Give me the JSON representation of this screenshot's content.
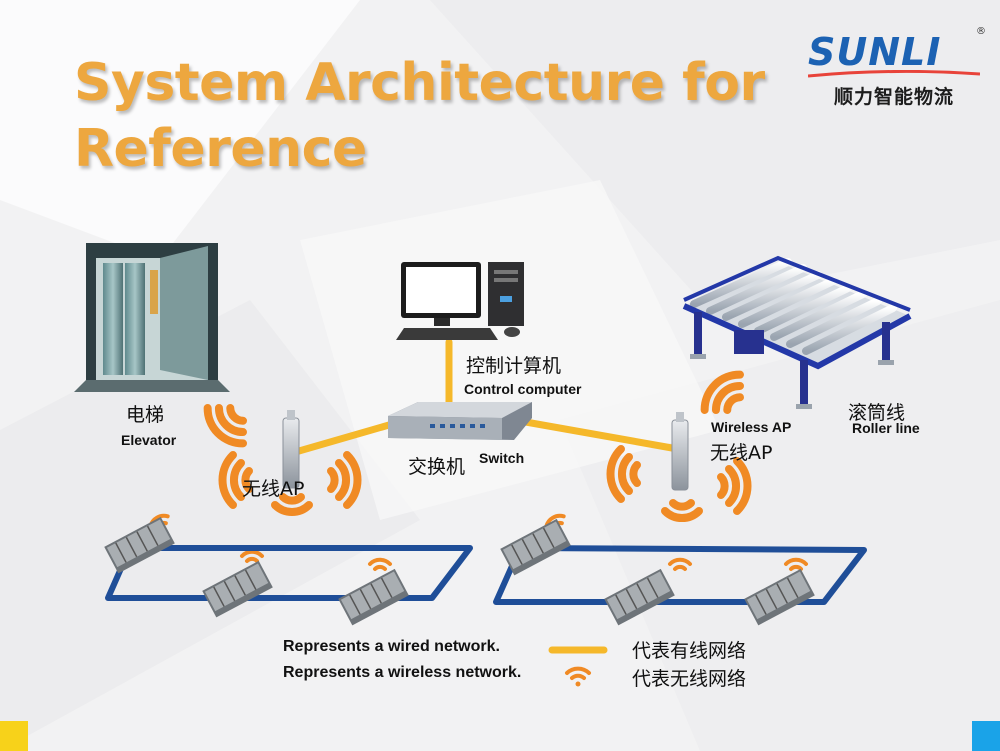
{
  "slide": {
    "title": "System Architecture for Reference"
  },
  "logo": {
    "brand": "SUNLI",
    "registered_mark": "®",
    "tagline": "顺力智能物流",
    "brand_color": "#1c62b3"
  },
  "nodes": {
    "control_computer": {
      "label_cn": "控制计算机",
      "label_en": "Control computer"
    },
    "switch": {
      "label_cn": "交换机",
      "label_en": "Switch"
    },
    "elevator": {
      "label_cn": "电梯",
      "label_en": "Elevator"
    },
    "roller_line": {
      "label_cn": "滚筒线",
      "label_en": "Roller line"
    },
    "left_ap": {
      "label_cn": "无线AP"
    },
    "right_ap": {
      "label_en": "Wireless AP",
      "label_cn": "无线AP"
    }
  },
  "legend": {
    "wired_en": "Represents a wired network.",
    "wired_cn": "代表有线网络",
    "wireless_en": "Represents a wireless network.",
    "wireless_cn": "代表无线网络"
  },
  "colors": {
    "title": "#eda73f",
    "wired_link": "#f5b82a",
    "wireless_signal": "#f08a24",
    "track": "#1f4e98",
    "corner_left": "#f7d21a",
    "corner_right": "#1aa3e8"
  }
}
